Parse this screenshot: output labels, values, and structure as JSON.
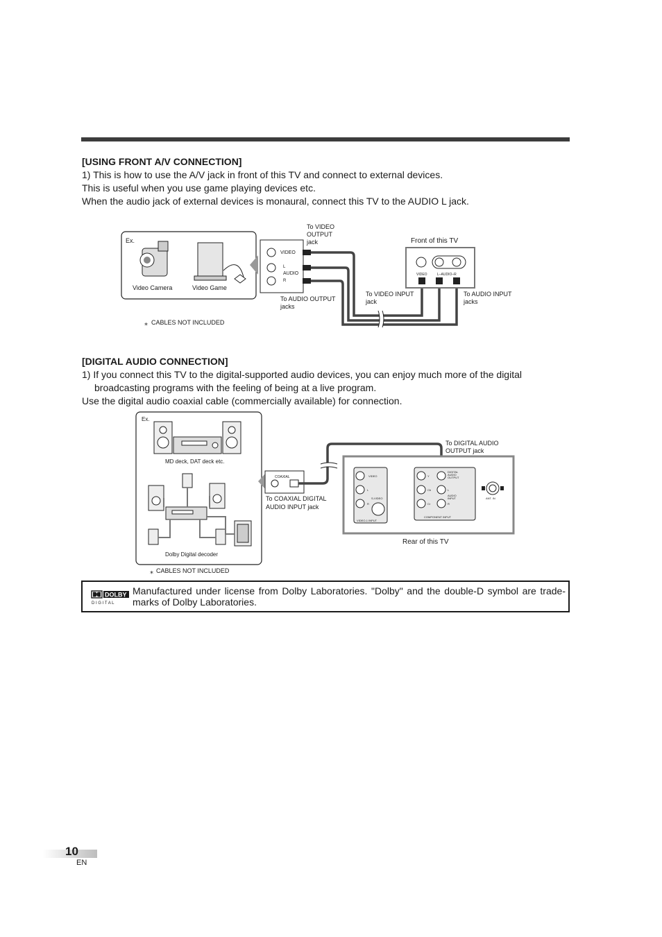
{
  "section1": {
    "heading": "[USING FRONT A/V CONNECTION]",
    "line1": "1) This is how to use the A/V jack in front of this TV and connect to external devices.",
    "line2": "This is useful when you use game playing devices etc.",
    "line3": "When the audio jack of external devices is monaural, connect this TV to the AUDIO L jack."
  },
  "diagram1": {
    "ex": "Ex.",
    "video_camera": "Video Camera",
    "video_game": "Video Game",
    "to_video_output_1": "To VIDEO",
    "to_video_output_2": "OUTPUT",
    "to_video_output_3": "jack",
    "jack_video": "VIDEO",
    "jack_l": "L",
    "jack_audio": "AUDIO",
    "jack_r": "R",
    "to_audio_output_1": "To AUDIO OUTPUT",
    "to_audio_output_2": "jacks",
    "front_of_tv": "Front of this TV",
    "tv_video": "VIDEO",
    "tv_audio": "L–AUDIO–R",
    "to_video_input_1": "To VIDEO INPUT",
    "to_video_input_2": "jack",
    "to_audio_input_1": "To AUDIO INPUT",
    "to_audio_input_2": "jacks",
    "cables_note": "CABLES NOT INCLUDED"
  },
  "section2": {
    "heading": "[DIGITAL AUDIO CONNECTION]",
    "line1": "1) If you connect this TV to the digital-supported audio devices, you can enjoy much more of the digital",
    "line2": "broadcasting programs with the feeling of being at a live program.",
    "line3": "Use the digital audio coaxial cable (commercially available) for connection."
  },
  "diagram2": {
    "ex": "Ex.",
    "md_deck": "MD deck, DAT deck etc.",
    "dolby_decoder": "Dolby Digital decoder",
    "coaxial": "COAXIAL",
    "to_coaxial_1": "To COAXIAL DIGITAL",
    "to_coaxial_2": "AUDIO INPUT jack",
    "to_digital_1": "To DIGITAL AUDIO",
    "to_digital_2": "OUTPUT jack",
    "rear_of_tv": "Rear of this TV",
    "rear_video": "VIDEO",
    "rear_l": "L",
    "rear_r": "R",
    "rear_svideo": "S-VIDEO",
    "rear_video1": "VIDEO-1 INPUT",
    "rear_y": "Y",
    "rear_cb": "Cb",
    "rear_cr": "Cr",
    "rear_l2": "L",
    "rear_r2": "R",
    "rear_digital_1": "DIGITAL",
    "rear_digital_2": "AUDIO",
    "rear_digital_3": "OUTPUT",
    "rear_audio_in_1": "AUDIO",
    "rear_audio_in_2": "INPUT",
    "rear_component": "COMPONENT INPUT",
    "rear_ant": "ANT. IN",
    "cables_note": "CABLES NOT INCLUDED"
  },
  "license": {
    "logo_word": "DOLBY",
    "logo_sub": "D I G I T A L",
    "text": "Manufactured under license from Dolby Laboratories. \"Dolby\" and the double-D symbol are trade-marks of Dolby Laboratories."
  },
  "footer": {
    "page_number": "10",
    "language": "EN"
  }
}
